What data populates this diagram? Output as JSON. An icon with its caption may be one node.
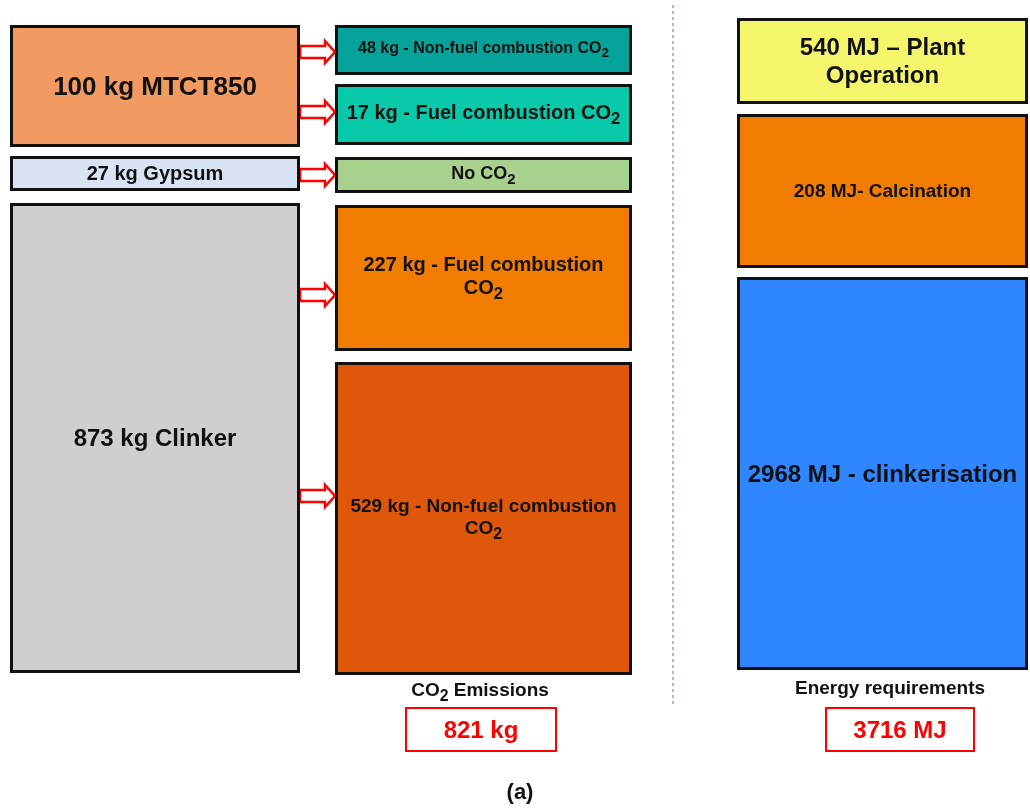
{
  "diagram": {
    "nodes": [
      {
        "text": [
          "100 kg MTCT850"
        ]
      },
      {
        "text": [
          "48 kg - Non-fuel combustion CO$_{2}$"
        ]
      },
      {
        "text": [
          "17 kg - Fuel combustion CO$_{2}$"
        ]
      },
      {
        "text": [
          "27 kg Gypsum"
        ]
      },
      {
        "text": [
          "No CO$_{2}$"
        ]
      },
      {
        "text": [
          "873 kg Clinker"
        ]
      },
      {
        "text": [
          "227 kg - Fuel combustion CO$_{2}$"
        ]
      },
      {
        "text": [
          "529 kg - Non-fuel combustion CO$_{2}$"
        ]
      },
      {
        "text": [
          "540 MJ – Plant Operation"
        ]
      },
      {
        "text": [
          "208 MJ- Calcination"
        ]
      },
      {
        "text": [
          "2968 MJ - clinkerisation"
        ]
      },
      {
        "text": [
          "821 kg"
        ]
      },
      {
        "text": [
          "3716 MJ"
        ]
      }
    ],
    "edges": [
      {
        "from": 0,
        "to": 1,
        "arrow": "to"
      },
      {
        "from": 0,
        "to": 2,
        "arrow": "to"
      },
      {
        "from": 3,
        "to": 4,
        "arrow": "to"
      },
      {
        "from": 5,
        "to": 6,
        "arrow": "to"
      },
      {
        "from": 5,
        "to": 7,
        "arrow": "to"
      }
    ],
    "labels": [
      "CO$_{2}$ Emissions",
      "Energy requirements",
      "(a)"
    ]
  }
}
